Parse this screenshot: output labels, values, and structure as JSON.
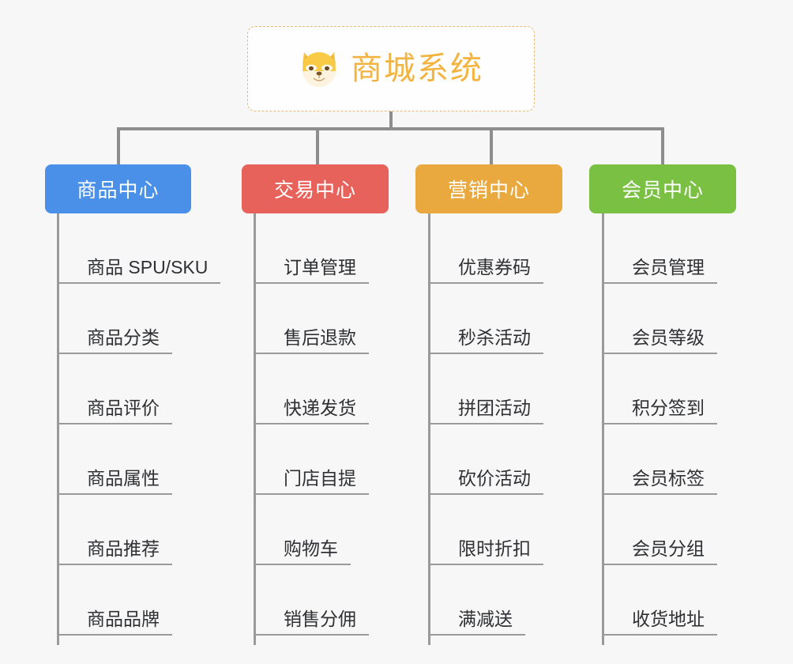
{
  "page": {
    "background": "#f7f7f7",
    "connector_color": "#8d8d8d"
  },
  "root": {
    "title": "商城系统",
    "icon": "shiba-dog-icon",
    "border_color": "#e6ba75",
    "title_color": "#f3b340",
    "background": "#fefefe"
  },
  "branches": [
    {
      "label": "商品中心",
      "color": "#4a90e8",
      "items": [
        "商品 SPU/SKU",
        "商品分类",
        "商品评价",
        "商品属性",
        "商品推荐",
        "商品品牌"
      ]
    },
    {
      "label": "交易中心",
      "color": "#e8625c",
      "items": [
        "订单管理",
        "售后退款",
        "快递发货",
        "门店自提",
        "购物车",
        "销售分佣"
      ]
    },
    {
      "label": "营销中心",
      "color": "#eaa93e",
      "items": [
        "优惠券码",
        "秒杀活动",
        "拼团活动",
        "砍价活动",
        "限时折扣",
        "满减送"
      ]
    },
    {
      "label": "会员中心",
      "color": "#7ac143",
      "items": [
        "会员管理",
        "会员等级",
        "积分签到",
        "会员标签",
        "会员分组",
        "收货地址"
      ]
    }
  ]
}
